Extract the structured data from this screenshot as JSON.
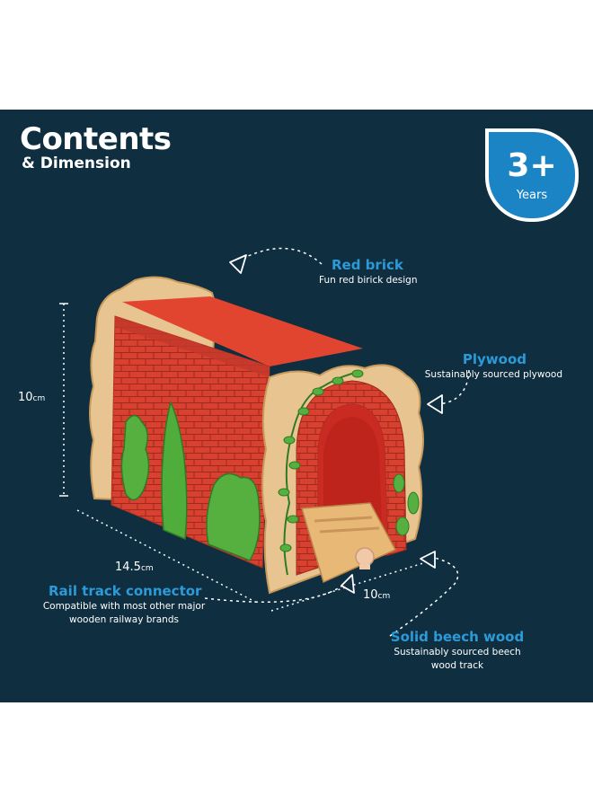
{
  "heading": {
    "title": "Contents",
    "subtitle": "& Dimension"
  },
  "age_badge": {
    "value": "3+",
    "label": "Years"
  },
  "features": {
    "red_brick": {
      "title": "Red brick",
      "description": "Fun red birick design"
    },
    "plywood": {
      "title": "Plywood",
      "description": "Sustainably sourced plywood"
    },
    "rail_connector": {
      "title": "Rail track connector",
      "description_line1": "Compatible with most other major",
      "description_line2": "wooden railway brands"
    },
    "beech_wood": {
      "title": "Solid beech wood",
      "description_line1": "Sustainably sourced beech",
      "description_line2": "wood track"
    }
  },
  "dimensions": {
    "height": {
      "value": "10",
      "unit": "cm"
    },
    "length": {
      "value": "14.5",
      "unit": "cm"
    },
    "width": {
      "value": "10",
      "unit": "cm"
    }
  },
  "colors": {
    "panel": "#0f2e40",
    "accent": "#1b84c5",
    "feature_title": "#2d9ad8",
    "brick": "#d8402f",
    "wood": "#e8c590"
  }
}
